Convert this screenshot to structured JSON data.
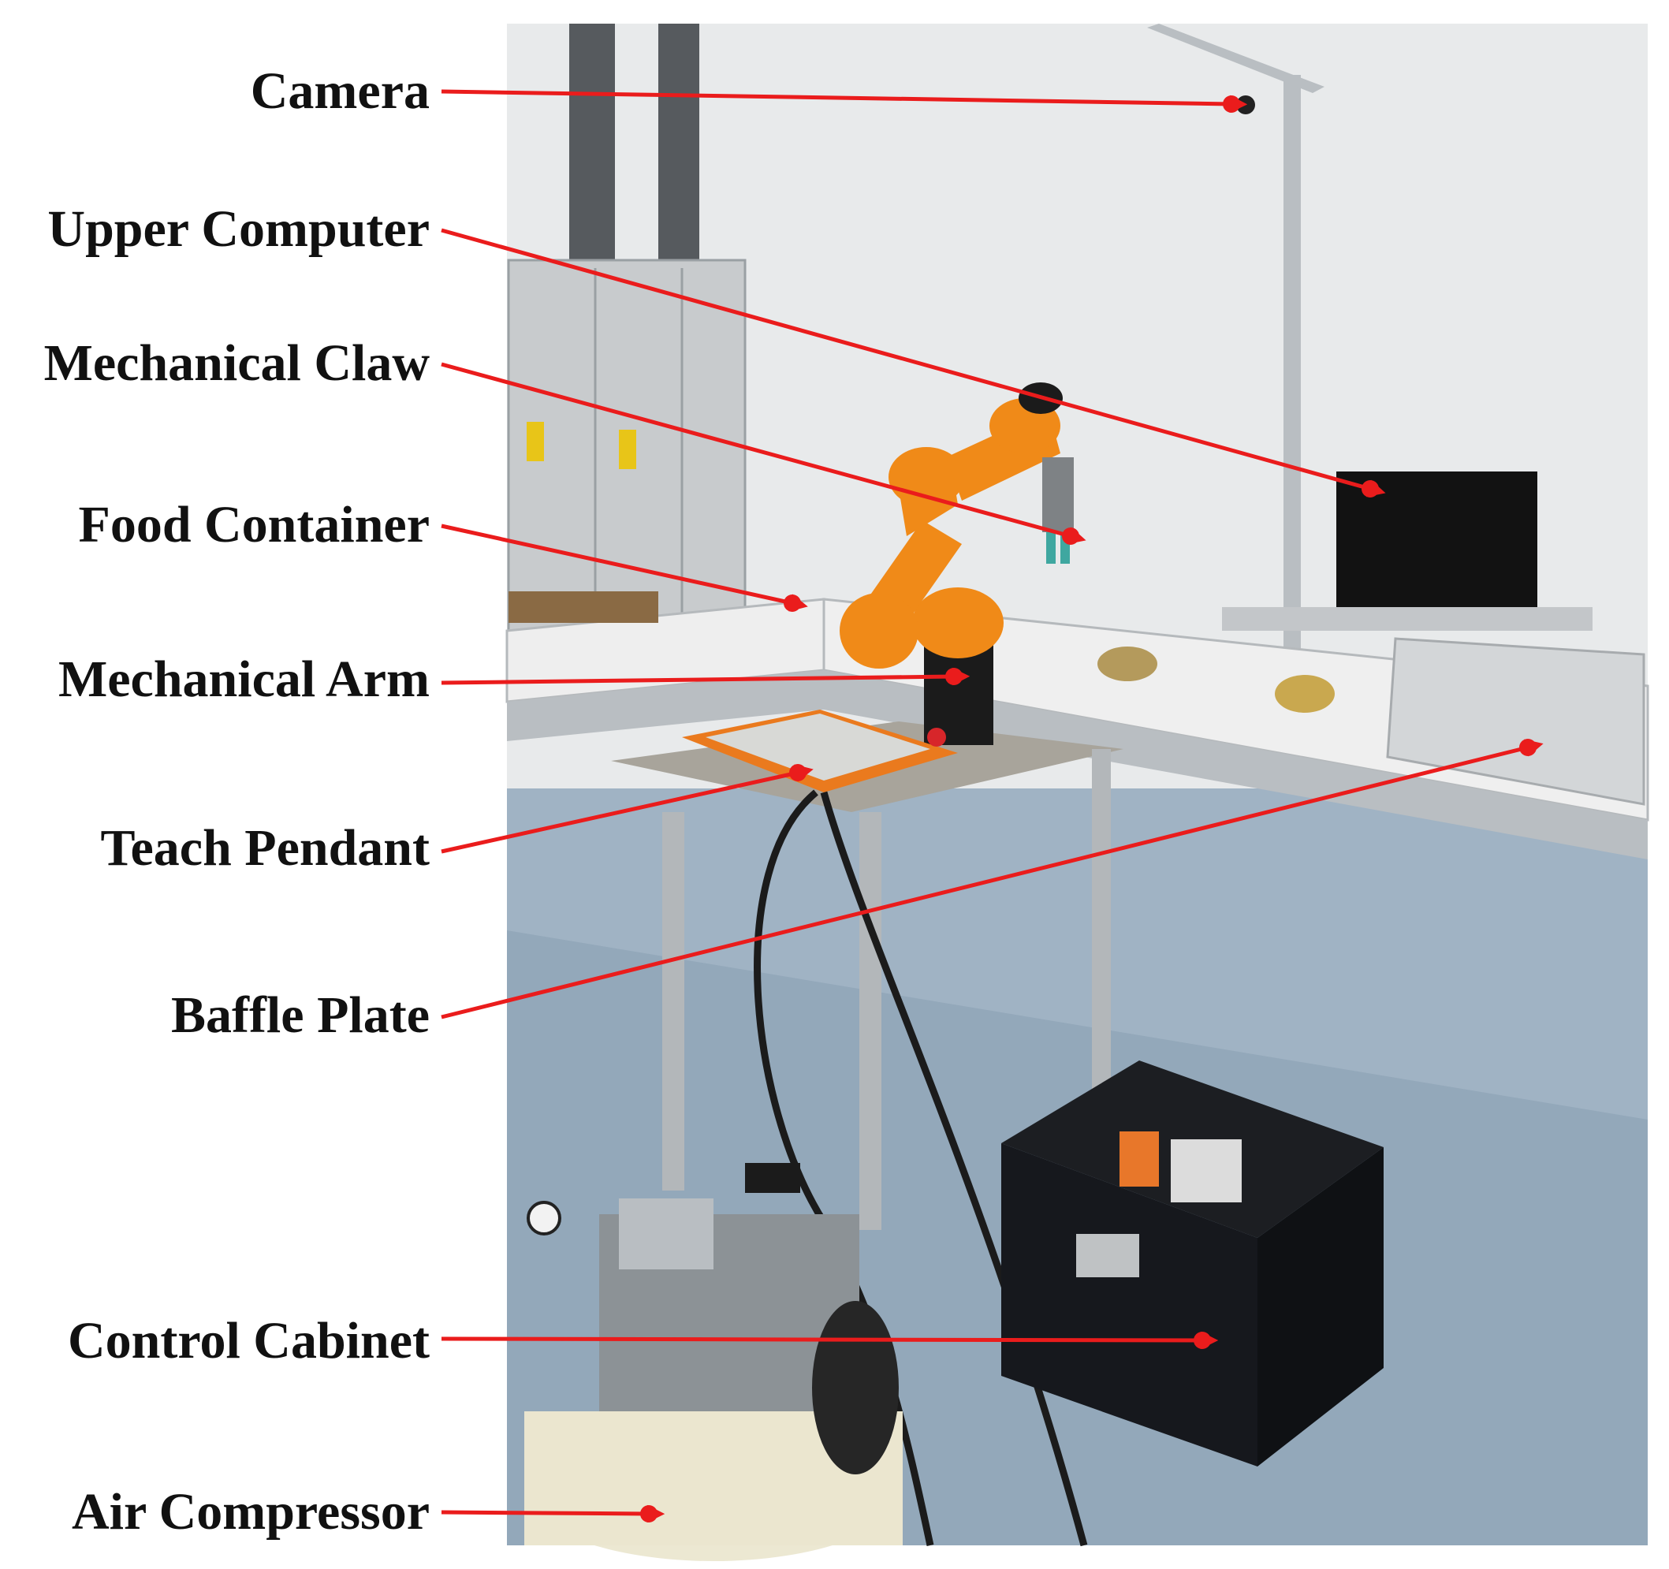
{
  "colors": {
    "arrow": "#ea1c1c",
    "label_text": "#111111",
    "wall": "#e7e9ea",
    "floor": "#9fb2c2",
    "robot_arm": "#f08a18",
    "conveyor_belt": "#eeeeee",
    "cabinet": "#16181d"
  },
  "labels": [
    {
      "id": "camera",
      "text": "Camera"
    },
    {
      "id": "upper-computer",
      "text": "Upper Computer"
    },
    {
      "id": "mechanical-claw",
      "text": "Mechanical Claw"
    },
    {
      "id": "food-container",
      "text": "Food Container"
    },
    {
      "id": "mechanical-arm",
      "text": "Mechanical Arm"
    },
    {
      "id": "teach-pendant",
      "text": "Teach Pendant"
    },
    {
      "id": "baffle-plate",
      "text": "Baffle Plate"
    },
    {
      "id": "control-cabinet",
      "text": "Control Cabinet"
    },
    {
      "id": "air-compressor",
      "text": "Air Compressor"
    }
  ]
}
